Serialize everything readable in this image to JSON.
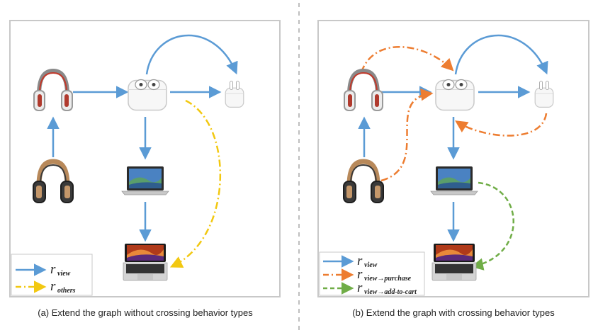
{
  "panels": [
    {
      "caption": "(a) Extend the graph without crossing behavior types",
      "legend": [
        {
          "symbol": "r",
          "subscript": "view",
          "color": "#5b9bd5",
          "style": "solid"
        },
        {
          "symbol": "r",
          "subscript": "others",
          "color": "#f2c811",
          "style": "dash-dot"
        }
      ]
    },
    {
      "caption": "(b) Extend the graph with crossing behavior types",
      "legend": [
        {
          "symbol": "r",
          "subscript": "view",
          "color": "#5b9bd5",
          "style": "solid"
        },
        {
          "symbol": "r",
          "subscript": "view→purchase",
          "color": "#ed7d31",
          "style": "dash-dot"
        },
        {
          "symbol": "r",
          "subscript": "view→add-to-cart",
          "color": "#70ad47",
          "style": "dashed"
        }
      ]
    }
  ],
  "nodes": [
    "white-red-headphones",
    "brown-black-headphones",
    "airpods-pro-case",
    "airpods-case",
    "macbook-air",
    "macbook-pro"
  ],
  "colors": {
    "view": "#5b9bd5",
    "others": "#f2c811",
    "purchase": "#ed7d31",
    "add_to_cart": "#70ad47",
    "frame": "#c8c8c8",
    "divider": "#bfbfbf"
  }
}
